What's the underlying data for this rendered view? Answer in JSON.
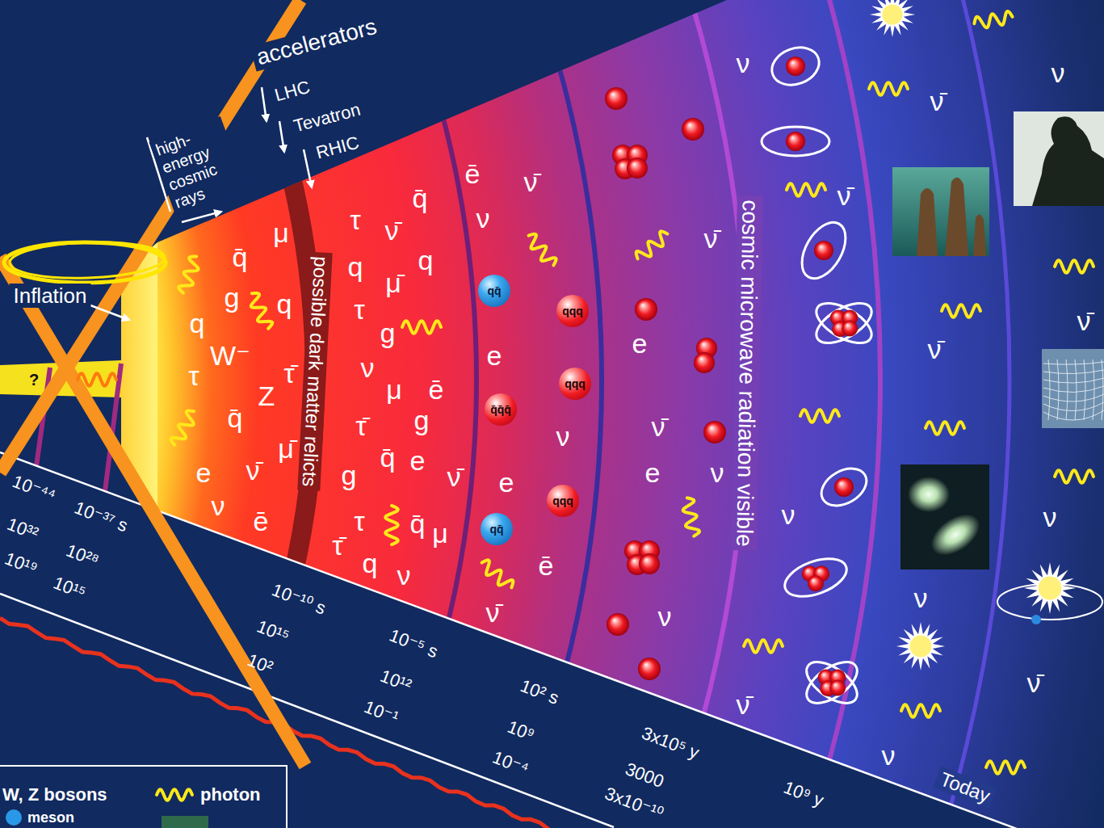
{
  "diagram": {
    "nodes": [
      {
        "text": [
          "qq̄"
        ]
      },
      {
        "text": [
          "qqq"
        ]
      },
      {
        "text": [
          "qqq"
        ]
      },
      {
        "text": [
          "q̄q̄q̄"
        ]
      },
      {
        "text": [
          "qqq"
        ]
      },
      {
        "text": [
          "qq̄"
        ]
      }
    ],
    "labels": [
      "accelerators",
      "LHC",
      "Tevatron",
      "RHIC",
      "high-energy cosmic rays",
      "Inflation",
      "?",
      "possible dark matter relicts",
      "cosmic microwave radiation visible",
      "10⁻⁴⁴",
      "10³²",
      "10¹⁹",
      "10⁻³⁷ s",
      "10²⁸",
      "10¹⁵",
      "10⁻¹⁰ s",
      "10¹⁵",
      "10²",
      "10⁻⁵ s",
      "10¹²",
      "10⁻¹",
      "10² s",
      "10⁹",
      "10⁻⁴",
      "3x10⁵ y",
      "3000",
      "3x10⁻¹⁰",
      "10⁹ y",
      "Today",
      "q̄",
      "μ",
      "g",
      "q",
      "q",
      "W⁻",
      "τ",
      "Z",
      "τ̄",
      "q̄",
      "μ̄",
      "e",
      "ν̄",
      "ν",
      "ē",
      "τ",
      "ν̄",
      "q̄",
      "q",
      "μ̄",
      "q",
      "τ",
      "g",
      "ν",
      "μ",
      "ē",
      "τ̄",
      "g",
      "q̄",
      "e",
      "ν̄",
      "g",
      "τ",
      "q̄",
      "μ",
      "τ̄",
      "q",
      "ν",
      "ē",
      "ν̄",
      "ν",
      "e",
      "ν",
      "e",
      "ē",
      "ν̄",
      "e",
      "ν̄",
      "e",
      "ν",
      "ν",
      "ν̄",
      "ν",
      "ν̄",
      "ν",
      "ν̄",
      "ν̄",
      "ν̄",
      "ν",
      "ν",
      "ν",
      "ν̄",
      "ν",
      "ν̄"
    ],
    "legend": [
      {
        "text": "W, Z bosons"
      },
      {
        "text": "photon"
      },
      {
        "text": "meson"
      }
    ]
  }
}
